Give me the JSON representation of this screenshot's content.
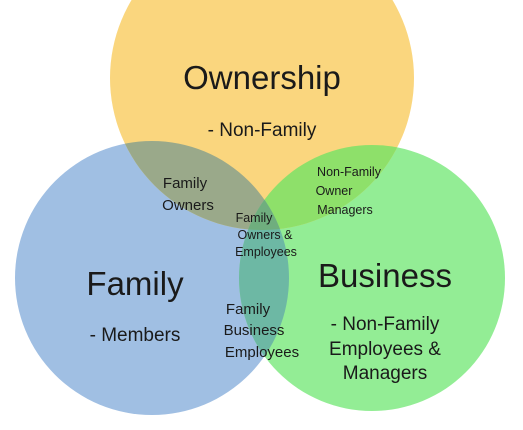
{
  "colors": {
    "ownership": "#fad67e",
    "family": "#a0bfe3",
    "business": "#93ed95",
    "ownership_family": "#9aa98a",
    "ownership_business": "#8ee06a",
    "family_business": "#6db8a4",
    "center": "#6fae7e"
  },
  "ownership": {
    "title": "Ownership",
    "subtitle": "- Non-Family"
  },
  "family": {
    "title": "Family",
    "subtitle": "- Members"
  },
  "business": {
    "title": "Business",
    "subtitle_line1": "- Non-Family",
    "subtitle_line2": "Employees &",
    "subtitle_line3": "Managers"
  },
  "overlaps": {
    "ownership_family": {
      "line1": "Family",
      "line2": "Owners"
    },
    "ownership_business": {
      "line1": "Non-Family",
      "line2": "Owner",
      "line3": "Managers"
    },
    "family_business": {
      "line1": "Family",
      "line2": "Business",
      "line3": "Employees"
    },
    "center": {
      "line1": "Family",
      "line2": "Owners &",
      "line3": "Employees"
    }
  }
}
